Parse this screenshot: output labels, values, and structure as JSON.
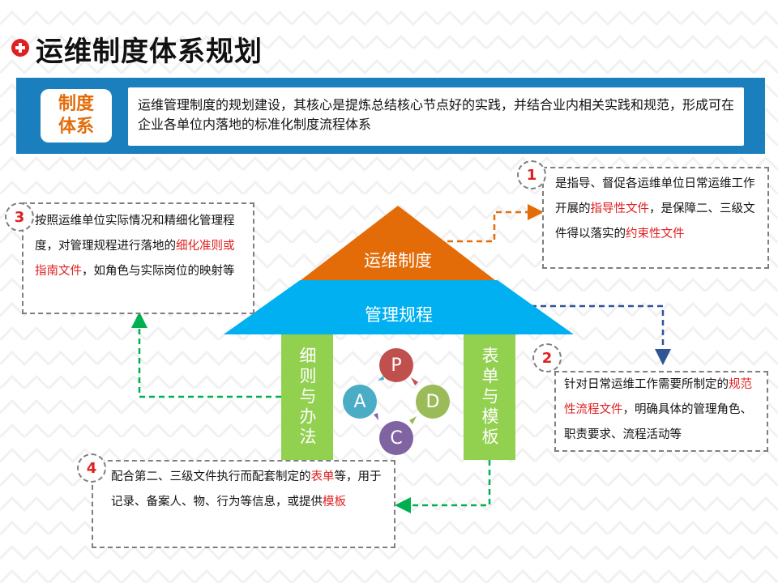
{
  "header": {
    "title": "运维制度体系规划"
  },
  "banner": {
    "label": "制度\n体系",
    "text": "运维管理制度的规划建设，其核心是提炼总结核心节点好的实践，并结合业内相关实践和规范，形成可在企业各单位内落地的标准化制度流程体系"
  },
  "house": {
    "top_label": "运维制度",
    "middle_label": "管理规程",
    "left_pillar": "细则与办法",
    "right_pillar": "表单与模板",
    "pdca": {
      "p": "P",
      "d": "D",
      "c": "C",
      "a": "A"
    }
  },
  "notes": {
    "n1": {
      "number": "1",
      "pre": "是指导、督促各运维单位日常运维工作开展的",
      "hl1": "指导性文件",
      "mid": "，是保障二、三级文件得以落实的",
      "hl2": "约束性文件",
      "post": ""
    },
    "n2": {
      "number": "2",
      "pre": "针对日常运维工作需要所制定的",
      "hl1": "规范性流程文件",
      "post": "，明确具体的管理角色、职责要求、流程活动等"
    },
    "n3": {
      "number": "3",
      "pre": "按照运维单位实际情况和精细化管理程度，对管理规程进行落地的",
      "hl1": "细化准则或指南文件",
      "post": "，如角色与实际岗位的映射等"
    },
    "n4": {
      "number": "4",
      "pre": "配合第二、三级文件执行而配套制定的",
      "hl1": "表单",
      "post": "等，用于记录、备案人、物、行为等信息，或提供",
      "hl2": "模板"
    }
  },
  "colors": {
    "accent_red": "#e02020",
    "banner_blue": "#1b7fbd",
    "orange": "#e36c09",
    "sky_blue": "#00b0f0",
    "green": "#92d050",
    "p": "#c0504d",
    "d": "#9bbb59",
    "c": "#8064a2",
    "a": "#4bacc6"
  }
}
